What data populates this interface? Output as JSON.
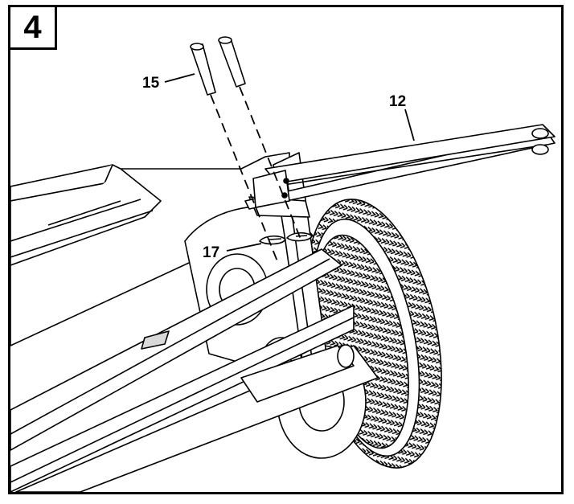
{
  "step": {
    "number": "4"
  },
  "callouts": [
    {
      "id": "part-15",
      "label": "15"
    },
    {
      "id": "part-12",
      "label": "12"
    },
    {
      "id": "part-17",
      "label": "17"
    }
  ],
  "colors": {
    "line": "#000000",
    "background": "#ffffff",
    "shade": "#d9d9d9"
  }
}
